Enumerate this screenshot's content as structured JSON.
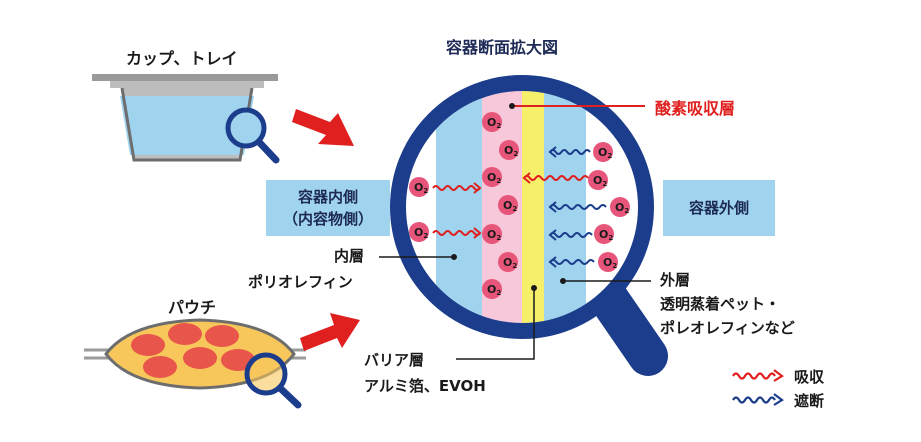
{
  "title": "容器断面拡大図",
  "cup_label": "カップ、トレイ",
  "pouch_label": "パウチ",
  "inner_side": {
    "line1": "容器内側",
    "line2": "（内容物側）"
  },
  "outer_side": "容器外側",
  "oxygen_absorbing_layer": "酸素吸収層",
  "inner_layer": {
    "line1": "内層",
    "line2": "ポリオレフィン"
  },
  "outer_layer": {
    "line1": "外層",
    "line2": "透明蒸着ペット・",
    "line3": "ポレオレフィンなど"
  },
  "barrier_layer": {
    "line1": "バリア層",
    "line2": "アルミ箔、EVOH"
  },
  "molecule_label": "O",
  "molecule_subscript": "2",
  "legend": {
    "absorb": "吸収",
    "block": "遮断"
  },
  "colors": {
    "navy": "#1b3d8c",
    "light_blue": "#9fd3ee",
    "pink_layer": "#f7c8da",
    "yellow_layer": "#f6ef6a",
    "molecule": "#e8557b",
    "red": "#e0201f",
    "arrow_red": "#e0201f",
    "pouch_fill": "#f8c75b",
    "pouch_oval": "#e8554a"
  }
}
